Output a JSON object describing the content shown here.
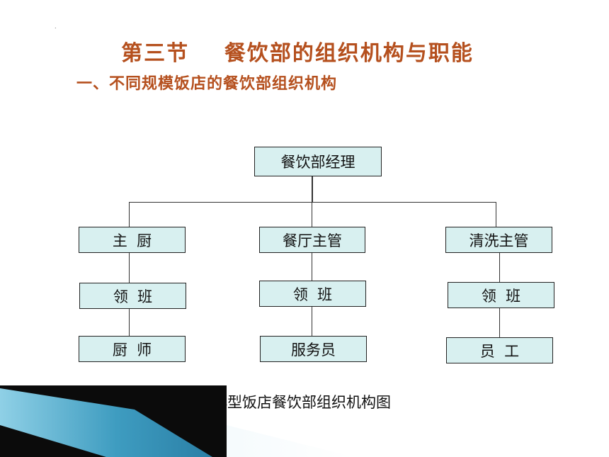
{
  "heading": {
    "title": "第三节    餐饮部的组织机构与职能",
    "subtitle": "一、不同规模饭店的餐饮部组织机构"
  },
  "org": {
    "root": "餐饮部经理",
    "branches": [
      {
        "head": "主  厨",
        "mid": "领  班",
        "staff": "厨  师"
      },
      {
        "head": "餐厅主管",
        "mid": "领  班",
        "staff": "服务员"
      },
      {
        "head": "清洗主管",
        "mid": "领  班",
        "staff": "员  工"
      }
    ]
  },
  "caption": "小型饭店餐饮部组织机构图",
  "colors": {
    "title": "#b5501e",
    "box_fill": "#d8f0f0",
    "deco_dark": "#0b0b0b",
    "deco_blue": "#4aa8c8"
  }
}
